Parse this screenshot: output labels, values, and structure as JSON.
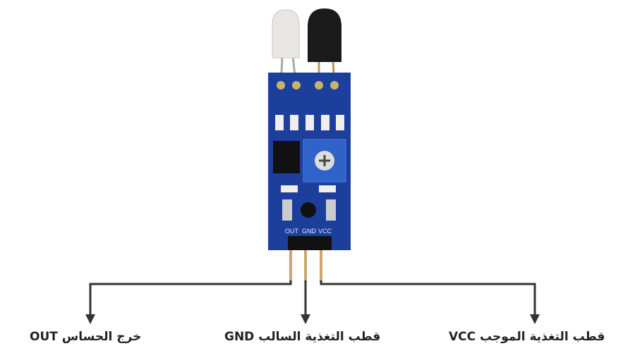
{
  "module": {
    "pin_labels": [
      "OUT",
      "GND",
      "VCC"
    ],
    "colors": {
      "pcb": "#1d3f9c",
      "line": "#333333",
      "pot": "#2f63c9"
    }
  },
  "callouts": [
    {
      "pin": "OUT",
      "text": "خرج الحساس OUT"
    },
    {
      "pin": "GND",
      "text": "قطب التغذية السالب GND"
    },
    {
      "pin": "VCC",
      "text": "قطب التغذية الموجب VCC"
    }
  ]
}
